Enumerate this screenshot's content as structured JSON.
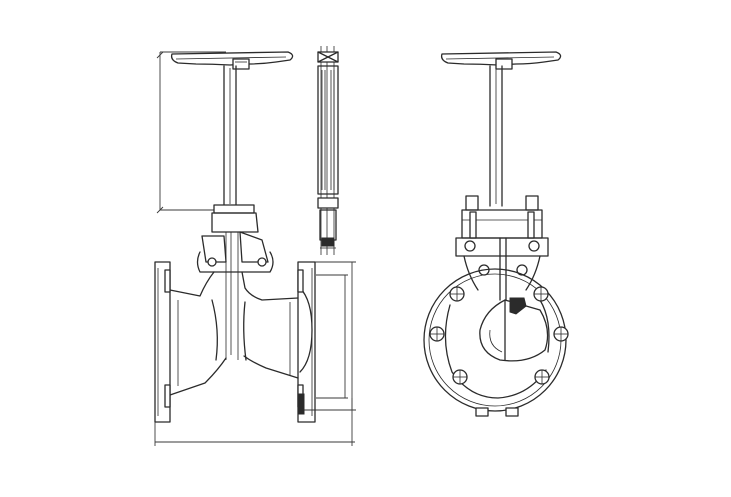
{
  "drawing": {
    "subject": "",
    "views": [
      "front-section-view",
      "stem-detail-view",
      "side-section-view"
    ],
    "colors": {
      "line": "#2b2b2b",
      "background": "#ffffff"
    },
    "labels": []
  }
}
